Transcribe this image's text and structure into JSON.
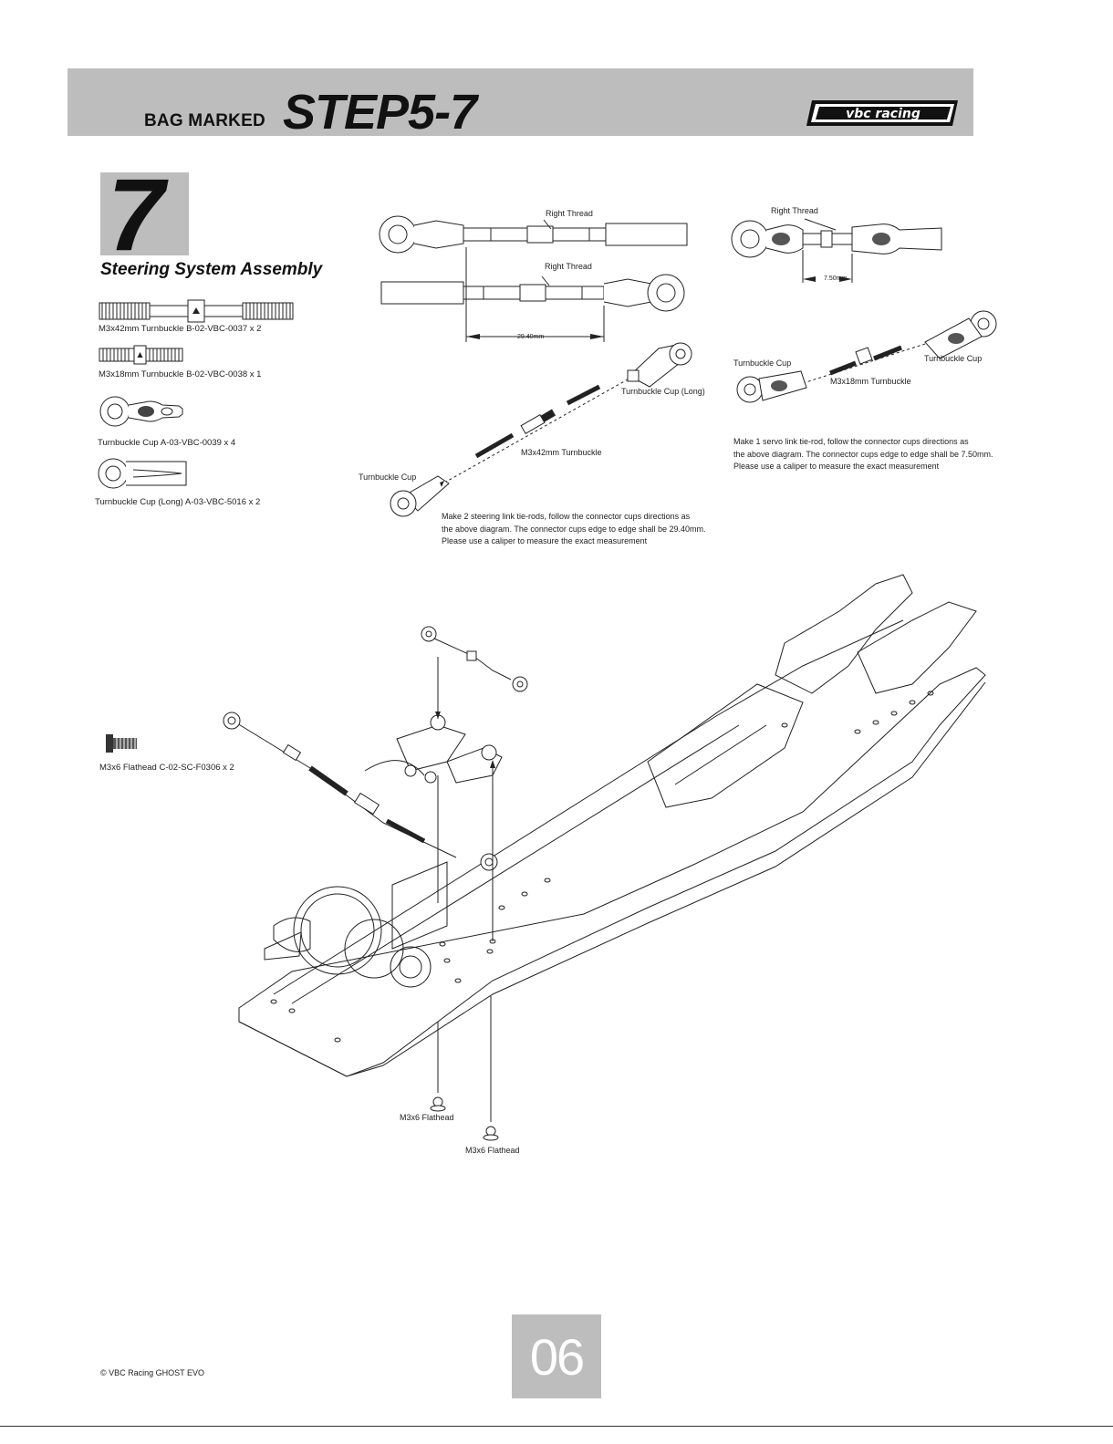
{
  "header": {
    "bag_label": "BAG MARKED",
    "step_title": "STEP5-7",
    "brand": "vbc racing"
  },
  "step": {
    "number": "7",
    "title": "Steering System Assembly"
  },
  "parts": [
    {
      "label": "M3x42mm Turnbuckle B-02-VBC-0037 x 2",
      "icon": "turnbuckle-long-icon"
    },
    {
      "label": "M3x18mm Turnbuckle B-02-VBC-0038 x 1",
      "icon": "turnbuckle-short-icon"
    },
    {
      "label": "Turnbuckle Cup A-03-VBC-0039 x 4",
      "icon": "turnbuckle-cup-icon"
    },
    {
      "label": "Turnbuckle Cup (Long) A-03-VBC-5016 x 2",
      "icon": "turnbuckle-cup-long-icon"
    }
  ],
  "flathead_part": {
    "label": "M3x6 Flathead C-02-SC-F0306 x 2",
    "icon": "flathead-screw-icon"
  },
  "steering_link": {
    "right_thread_1": "Right Thread",
    "right_thread_2": "Right Thread",
    "dimension": "29.40mm",
    "cup_long": "Turnbuckle Cup (Long)",
    "turnbuckle": "M3x42mm Turnbuckle",
    "cup": "Turnbuckle Cup",
    "note": [
      "Make 2 steering link tie-rods, follow the connector cups directions as",
      "the above diagram. The connector cups edge to edge shall be 29.40mm.",
      "Please use a caliper to measure the exact measurement"
    ]
  },
  "servo_link": {
    "right_thread": "Right Thread",
    "dimension": "7.50mm",
    "cup_left": "Turnbuckle Cup",
    "cup_right": "Turnbuckle Cup",
    "turnbuckle": "M3x18mm Turnbuckle",
    "note": [
      "Make 1 servo link tie-rod, follow the connector cups directions as",
      "the above diagram. The connector cups edge to edge shall be 7.50mm.",
      "Please use a caliper to measure the exact measurement"
    ]
  },
  "chassis": {
    "screw_label_1": "M3x6 Flathead",
    "screw_label_2": "M3x6 Flathead"
  },
  "footer": {
    "page": "06",
    "copyright": "© VBC Racing  GHOST EVO"
  },
  "colors": {
    "band": "#bdbdbd",
    "ink": "#1a1a1a",
    "page_number": "#ffffff"
  }
}
